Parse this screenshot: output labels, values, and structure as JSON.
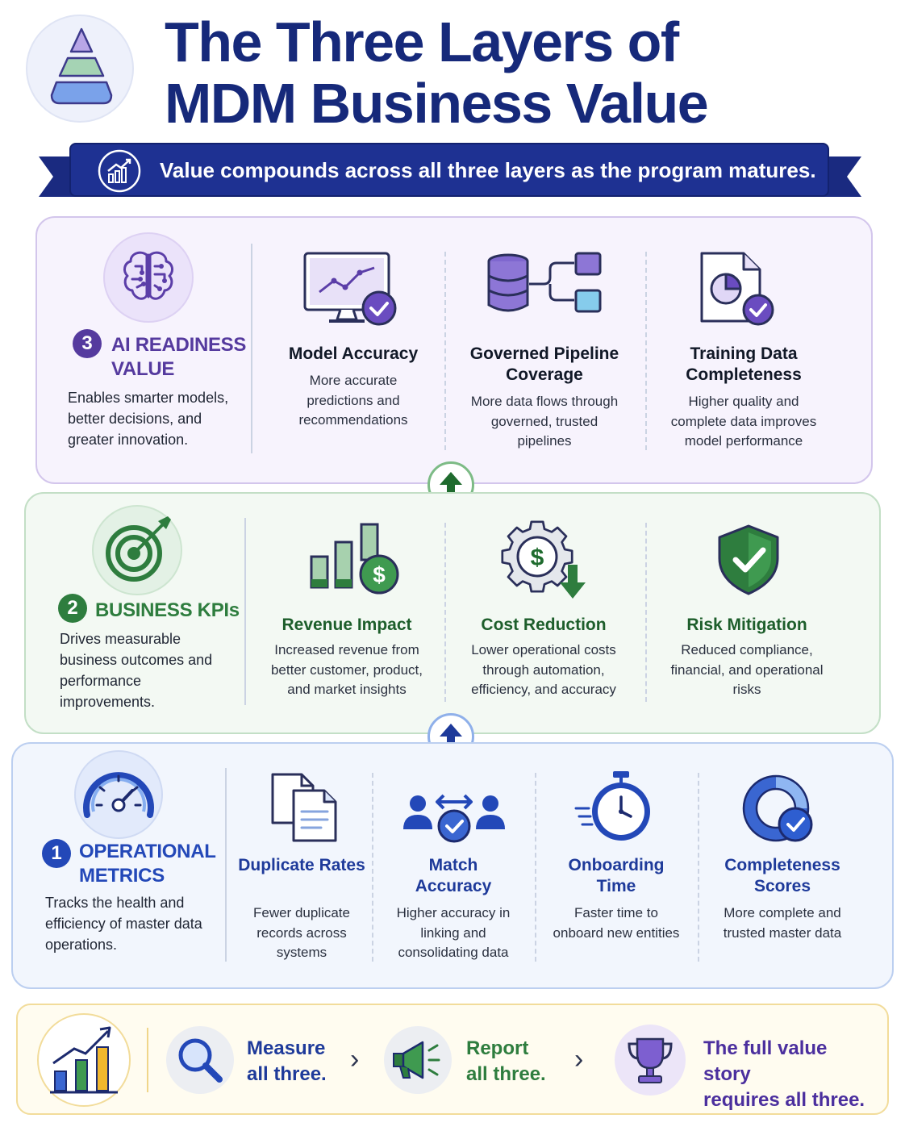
{
  "header": {
    "title_line1": "The Three Layers of",
    "title_line2": "MDM Business Value",
    "logo_icon": "pyramid-icon"
  },
  "ribbon": {
    "text": "Value compounds across all three layers as the program matures.",
    "icon": "growth-chart-icon"
  },
  "layers": {
    "ai": {
      "number": "3",
      "title_line1": "AI READINESS",
      "title_line2": "VALUE",
      "description": "Enables smarter models, better decisions, and greater innovation.",
      "icon": "brain-circuit-icon",
      "color": "#5b3ea8",
      "items": [
        {
          "title": "Model Accuracy",
          "description": "More accurate predictions and recommendations",
          "icon": "monitor-chart-check-icon"
        },
        {
          "title": "Governed Pipeline Coverage",
          "description": "More data flows through governed, trusted pipelines",
          "icon": "database-pipeline-icon"
        },
        {
          "title": "Training Data Completeness",
          "description": "Higher quality and complete data improves model performance",
          "icon": "document-pie-check-icon"
        }
      ]
    },
    "kpi": {
      "number": "2",
      "title": "BUSINESS KPIs",
      "description": "Drives measurable business outcomes and performance improvements.",
      "icon": "target-arrow-icon",
      "color": "#2e7d3e",
      "items": [
        {
          "title": "Revenue Impact",
          "description": "Increased revenue from better customer, product, and market insights",
          "icon": "bar-chart-dollar-icon"
        },
        {
          "title": "Cost Reduction",
          "description": "Lower operational costs through automation, efficiency, and accuracy",
          "icon": "gear-dollar-down-icon"
        },
        {
          "title": "Risk Mitigation",
          "description": "Reduced compliance, financial, and operational risks",
          "icon": "shield-check-icon"
        }
      ]
    },
    "ops": {
      "number": "1",
      "title_line1": "OPERATIONAL",
      "title_line2": "METRICS",
      "description": "Tracks the health and efficiency of master data operations.",
      "icon": "speedometer-icon",
      "color": "#2348b8",
      "items": [
        {
          "title": "Duplicate Rates",
          "description": "Fewer duplicate records across systems",
          "icon": "duplicate-documents-icon"
        },
        {
          "title": "Match Accuracy",
          "description": "Higher accuracy in linking and consolidating data",
          "icon": "people-match-icon"
        },
        {
          "title": "Onboarding Time",
          "description": "Faster time to onboard new entities",
          "icon": "stopwatch-icon"
        },
        {
          "title": "Completeness Scores",
          "description": "More complete and trusted master data",
          "icon": "donut-check-icon"
        }
      ]
    }
  },
  "footer": {
    "measure_line1": "Measure",
    "measure_line2": "all three.",
    "report_line1": "Report",
    "report_line2": "all three.",
    "story_line1": "The full value story",
    "story_line2": "requires all three.",
    "chevron": "›",
    "icons": [
      "rising-bar-chart-icon",
      "magnifier-icon",
      "megaphone-icon",
      "trophy-icon"
    ]
  }
}
